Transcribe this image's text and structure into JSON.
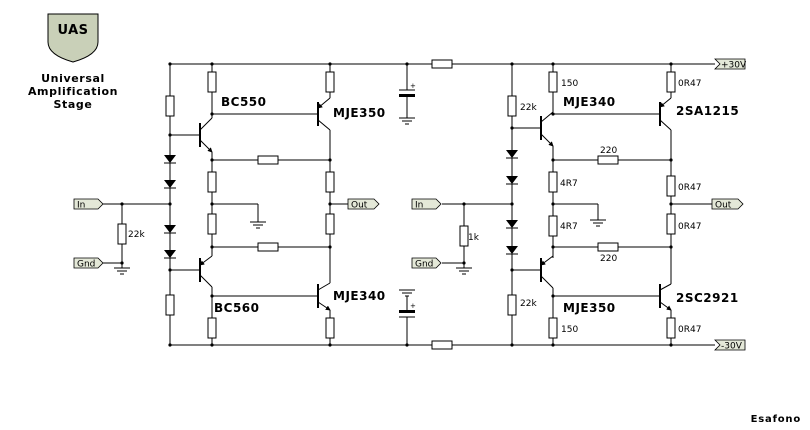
{
  "logo": {
    "text": "UAS",
    "title_lines": [
      "Universal",
      "Amplification",
      "Stage"
    ]
  },
  "ports": {
    "in_left": "In",
    "gnd_left": "Gnd",
    "out_left": "Out",
    "in_right": "In",
    "gnd_right": "Gnd",
    "out_right": "Out",
    "vpos": "+30V",
    "vneg": "-30V"
  },
  "left_circuit": {
    "transistors": {
      "q1": "BC550",
      "q2": "MJE350",
      "q3": "BC560",
      "q4": "MJE340"
    },
    "resistors": {
      "input_bias": "22k"
    }
  },
  "right_circuit": {
    "transistors": {
      "q1": "MJE340",
      "q2": "2SA1215",
      "q3": "MJE350",
      "q4": "2SC2921"
    },
    "resistors": {
      "input_bias": "1k",
      "bias_top": "22k",
      "bias_bottom": "22k",
      "driver_top": "150",
      "driver_bottom": "150",
      "feedback_top": "220",
      "feedback_bottom": "220",
      "emitter_top": "4R7",
      "emitter_bottom": "4R7",
      "out_collector_top": "0R47",
      "out_emitter_top": "0R47",
      "out_emitter_bottom": "0R47",
      "out_collector_bottom": "0R47"
    }
  },
  "credit": "Esafono",
  "colors": {
    "port_fill": "#e4e8d8",
    "logo_fill": "#c9d0b8"
  }
}
